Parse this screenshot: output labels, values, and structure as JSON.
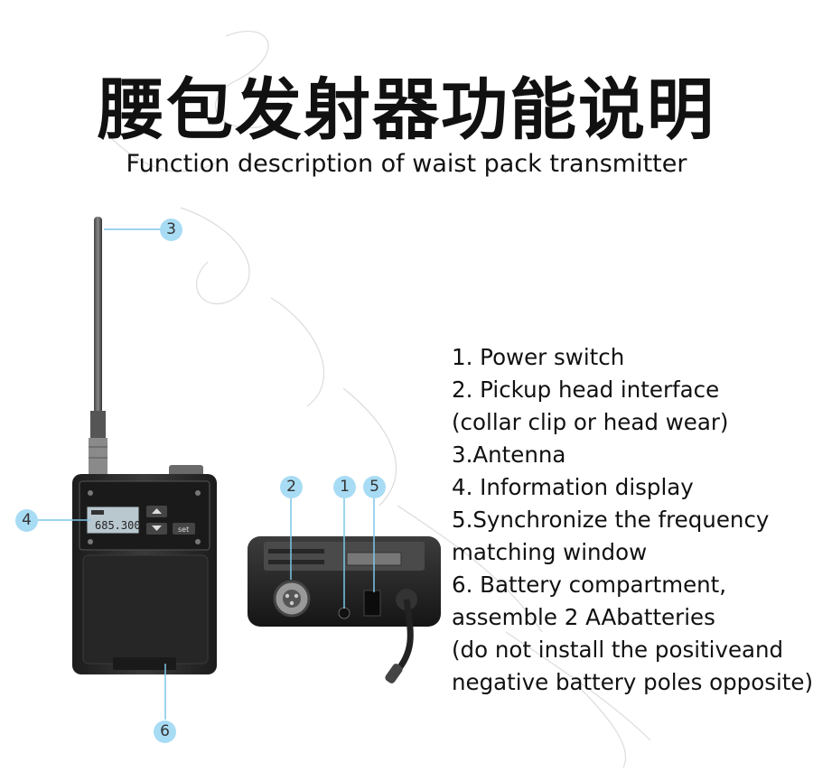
{
  "title_zh": "腰包发射器功能说明",
  "title_en": "Function description of waist pack transmitter",
  "legend": [
    "1. Power switch",
    "2. Pickup head interface",
    "(collar clip or head wear)",
    "3.Antenna",
    "4. Information display",
    "5.Synchronize the frequency",
    "matching window",
    "6. Battery compartment,",
    "assemble 2 AAbatteries",
    "(do not install the positiveand",
    "negative battery poles opposite)"
  ],
  "callouts": {
    "antenna": "3",
    "display": "4",
    "battery": "6",
    "pickup": "2",
    "power": "1",
    "sync": "5"
  },
  "device": {
    "lcd_reading": "685.300",
    "set_label": "set"
  },
  "colors": {
    "callout_fill": "#a8dcf4",
    "device_body": "#2b2b2b",
    "lcd": "#b9c7cf"
  }
}
